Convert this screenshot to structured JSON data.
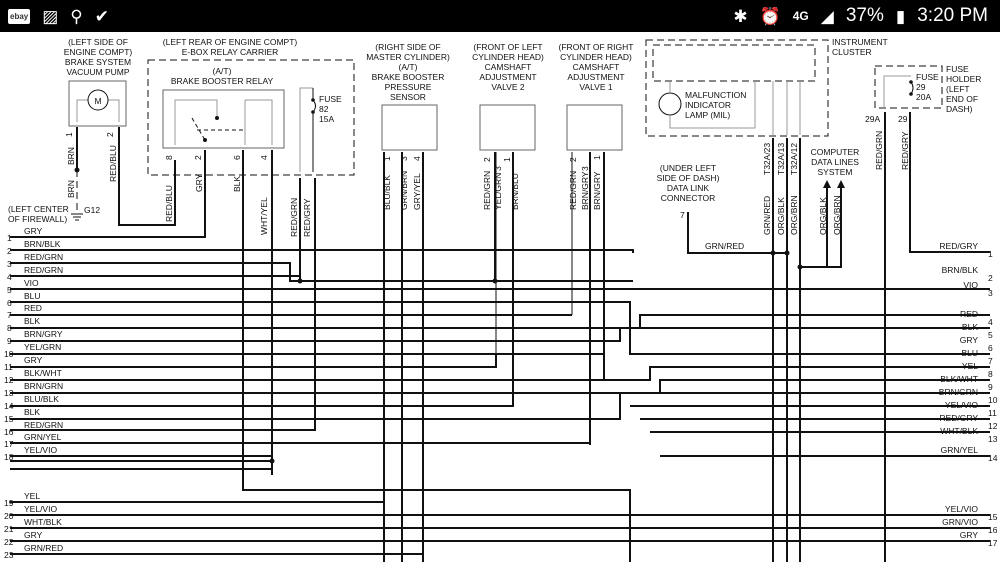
{
  "status_bar": {
    "app_icons": [
      "ebay-icon",
      "gallery-icon",
      "location-icon",
      "check-icon"
    ],
    "ebay_label": "ebay",
    "network": "4G",
    "battery": "37%",
    "time": "3:20 PM"
  },
  "components": {
    "vacuum_pump": {
      "lines": [
        "(LEFT SIDE OF",
        "ENGINE COMPT)",
        "BRAKE SYSTEM",
        "VACUUM PUMP"
      ],
      "motor": "M",
      "pins": [
        "1",
        "2"
      ],
      "wires": [
        "BRN",
        "RED/BLU"
      ],
      "ground_wire": "BRN"
    },
    "ground": {
      "lines": [
        "(LEFT CENTER",
        "OF FIREWALL)"
      ],
      "id": "G12"
    },
    "relay_carrier": {
      "lines": [
        "(LEFT REAR OF ENGINE COMPT)",
        "E-BOX RELAY CARRIER"
      ],
      "relay_lines": [
        "(A/T)",
        "BRAKE BOOSTER RELAY"
      ],
      "pins": [
        "8",
        "2",
        "6",
        "4"
      ],
      "wires": [
        "RED/BLU",
        "GRY",
        "BLK",
        "WHT/YEL"
      ],
      "fuse": [
        "FUSE",
        "82",
        "15A"
      ],
      "fuse_wires": [
        "RED/GRN",
        "RED/GRY"
      ]
    },
    "pressure_sensor": {
      "lines": [
        "(RIGHT SIDE OF",
        "MASTER CYLINDER)",
        "(A/T)",
        "BRAKE BOOSTER",
        "PRESSURE",
        "SENSOR"
      ],
      "pins": [
        "1",
        "3",
        "4"
      ],
      "wires": [
        "BLU/BLK",
        "GRN/BRN",
        "GRY/YEL"
      ]
    },
    "cam_valve_2": {
      "lines": [
        "(FRONT OF LEFT",
        "CYLINDER HEAD)",
        "CAMSHAFT",
        "ADJUSTMENT",
        "VALVE 2"
      ],
      "pins": [
        "2",
        "3",
        "1"
      ],
      "wires": [
        "RED/GRN",
        "YEL/GRN",
        "BRN/BLU"
      ]
    },
    "cam_valve_1": {
      "lines": [
        "(FRONT OF RIGHT",
        "CYLINDER HEAD)",
        "CAMSHAFT",
        "ADJUSTMENT",
        "VALVE 1"
      ],
      "pins": [
        "2",
        "3",
        "1"
      ],
      "wires": [
        "RED/GRN",
        "BRN/GRY",
        "BRN/GRY"
      ]
    },
    "instrument_cluster": {
      "lines": [
        "INSTRUMENT",
        "CLUSTER"
      ],
      "mil": [
        "MALFUNCTION",
        "INDICATOR",
        "LAMP (MIL)"
      ],
      "pins": [
        "T32A/23",
        "T32A/13",
        "T32A/12"
      ],
      "wires": [
        "GRN/RED",
        "ORG/BLK",
        "ORG/BRN"
      ]
    },
    "data_link": {
      "lines": [
        "(UNDER LEFT",
        "SIDE OF DASH)",
        "DATA LINK",
        "CONNECTOR"
      ],
      "pin": "7",
      "wire": "GRN/RED"
    },
    "data_lines": {
      "lines": [
        "COMPUTER",
        "DATA LINES",
        "SYSTEM"
      ],
      "wires": [
        "ORG/BLK",
        "ORG/BRN"
      ]
    },
    "fuse_holder": {
      "lines": [
        "FUSE",
        "HOLDER",
        "(LEFT",
        "END OF",
        "DASH)"
      ],
      "fuse": [
        "FUSE",
        "29",
        "20A"
      ],
      "pins": [
        "29A",
        "29"
      ],
      "wires": [
        "RED/GRN",
        "RED/GRY"
      ]
    }
  },
  "left_connector": [
    {
      "n": "1",
      "c": "GRY"
    },
    {
      "n": "2",
      "c": "BRN/BLK"
    },
    {
      "n": "3",
      "c": "RED/GRN"
    },
    {
      "n": "4",
      "c": "RED/GRN"
    },
    {
      "n": "5",
      "c": "VIO"
    },
    {
      "n": "6",
      "c": "BLU"
    },
    {
      "n": "7",
      "c": "RED"
    },
    {
      "n": "8",
      "c": "BLK"
    },
    {
      "n": "9",
      "c": "BRN/GRY"
    },
    {
      "n": "10",
      "c": "YEL/GRN"
    },
    {
      "n": "11",
      "c": "GRY"
    },
    {
      "n": "12",
      "c": "BLK/WHT"
    },
    {
      "n": "13",
      "c": "BRN/GRN"
    },
    {
      "n": "14",
      "c": "BLU/BLK"
    },
    {
      "n": "15",
      "c": "BLK"
    },
    {
      "n": "16",
      "c": "RED/GRN"
    },
    {
      "n": "17",
      "c": "GRN/YEL"
    },
    {
      "n": "18",
      "c": "YEL/VIO"
    },
    {
      "n": "19",
      "c": "YEL"
    },
    {
      "n": "20",
      "c": "YEL/VIO"
    },
    {
      "n": "21",
      "c": "WHT/BLK"
    },
    {
      "n": "22",
      "c": "GRY"
    },
    {
      "n": "23",
      "c": "GRN/RED"
    }
  ],
  "right_connector": [
    {
      "n": "1",
      "c": "RED/GRY"
    },
    {
      "n": "2",
      "c": "BRN/BLK"
    },
    {
      "n": "3",
      "c": "VIO"
    },
    {
      "n": "4",
      "c": "RED"
    },
    {
      "n": "5",
      "c": "BLK"
    },
    {
      "n": "6",
      "c": "GRY"
    },
    {
      "n": "7",
      "c": "BLU"
    },
    {
      "n": "8",
      "c": "YEL"
    },
    {
      "n": "9",
      "c": "BLK/WHT"
    },
    {
      "n": "10",
      "c": "BRN/GRN"
    },
    {
      "n": "11",
      "c": "YEL/VIO"
    },
    {
      "n": "12",
      "c": "RED/GRY"
    },
    {
      "n": "13",
      "c": "WHT/BLK"
    },
    {
      "n": "14",
      "c": "GRN/YEL"
    },
    {
      "n": "15",
      "c": "YEL/VIO"
    },
    {
      "n": "16",
      "c": "GRN/VIO"
    },
    {
      "n": "17",
      "c": "GRY"
    }
  ]
}
